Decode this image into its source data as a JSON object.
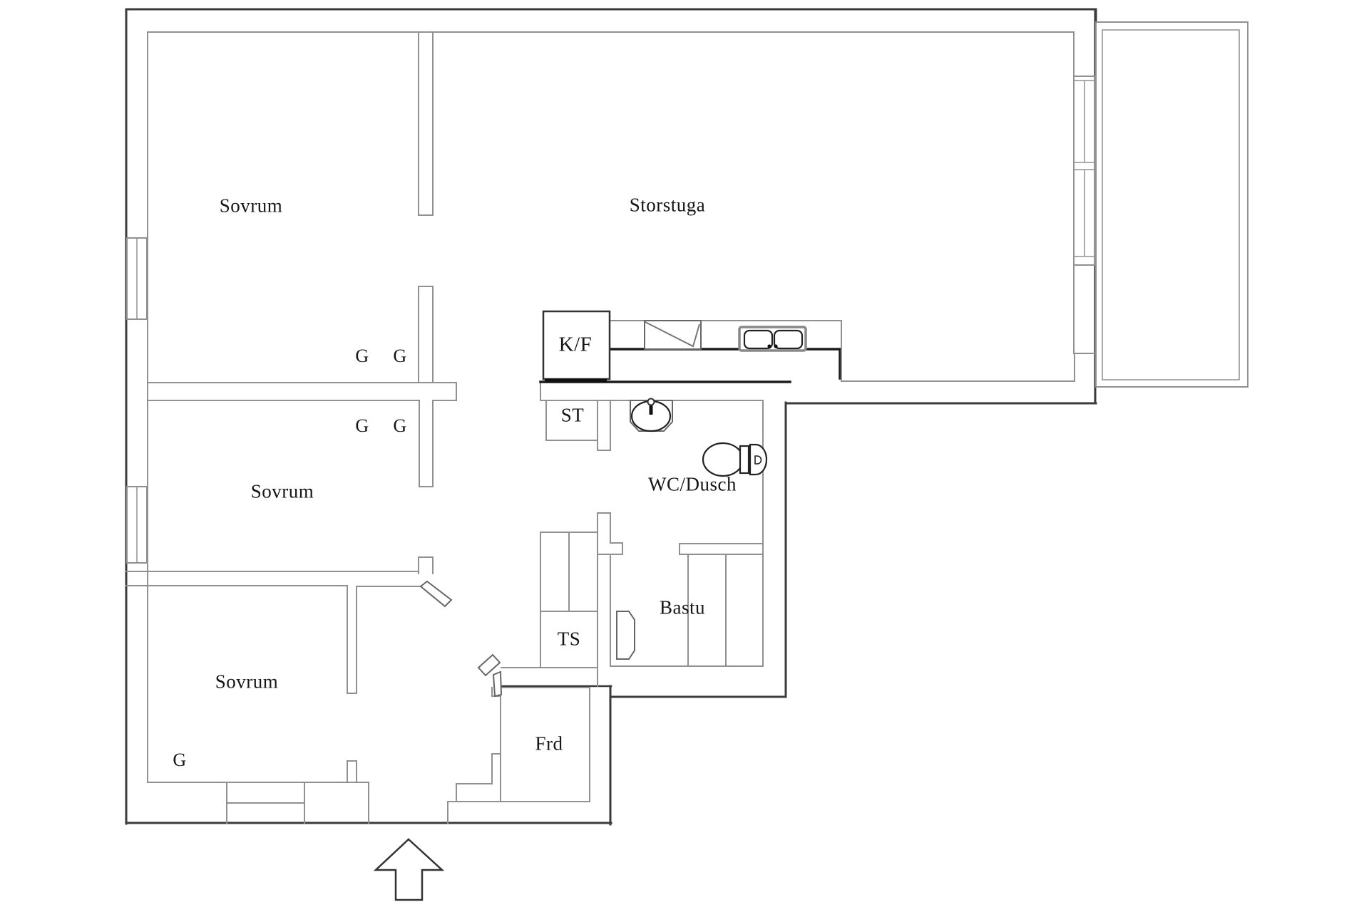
{
  "colors": {
    "bg": "#ffffff",
    "wall_dark": "#3b3b3b",
    "wall_light": "#909090",
    "accent_dark": "#1c1c1c",
    "text": "#161616"
  },
  "rooms": {
    "sovrum_top": "Sovrum",
    "storstuga": "Storstuga",
    "sovrum_middle": "Sovrum",
    "sovrum_bottom": "Sovrum",
    "wc_dusch": "WC/Dusch",
    "bastu": "Bastu",
    "frd": "Frd",
    "st": "ST",
    "ts": "TS",
    "kf": "K/F"
  },
  "closets": {
    "g_top_left": "G",
    "g_top_right": "G",
    "g_mid_left": "G",
    "g_mid_right": "G",
    "g_bottom": "G"
  },
  "icons": {
    "stove": "stove-icon",
    "kitchen_sink": "kitchen-sink-icon",
    "bathroom_sink": "bathroom-sink-icon",
    "toilet": "toilet-icon",
    "sauna_door": "sauna-door-icon",
    "bedroom_door": "door-leaf-icon",
    "entry_door": "door-leaf-icon",
    "entrance_arrow": "entrance-arrow-icon",
    "window": "window-icon"
  }
}
